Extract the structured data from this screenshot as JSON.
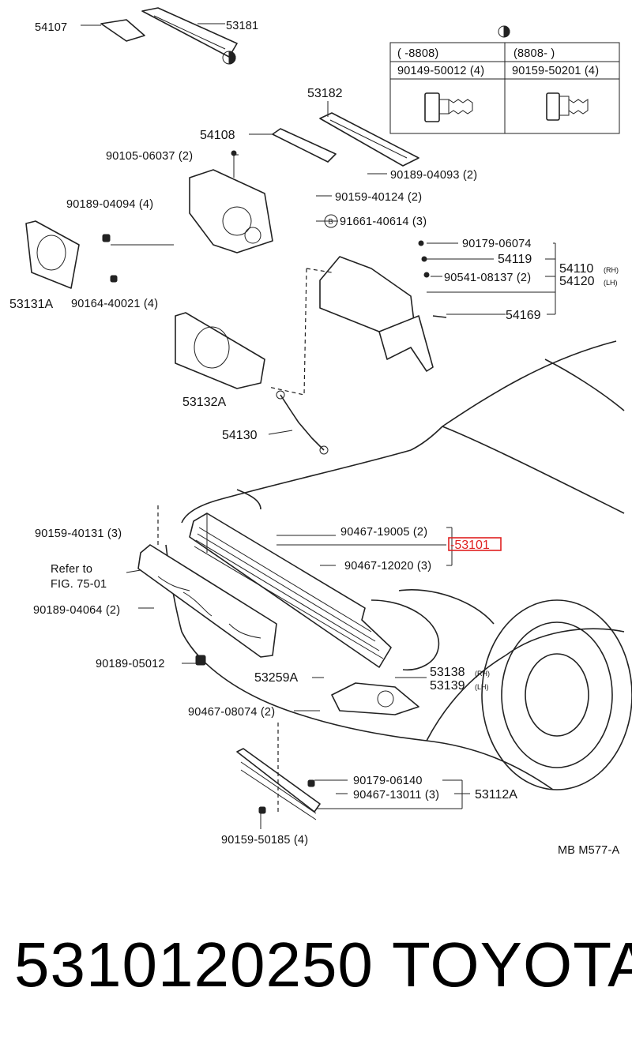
{
  "diagram": {
    "labels": {
      "p54107": "54107",
      "p53181": "53181",
      "p53182": "53182",
      "p54108": "54108",
      "p90105_06037": "90105-06037 (2)",
      "p90189_04093": "90189-04093 (2)",
      "p90159_40124": "90159-40124 (2)",
      "p90189_04094": "90189-04094 (4)",
      "p91661_40614": "91661-40614 (3)",
      "p90179_06074": "90179-06074",
      "p54119": "54119",
      "p90541_08137": "90541-08137 (2)",
      "p54110": "54110",
      "p54110_side": "(RH)",
      "p54120": "54120",
      "p54120_side": "(LH)",
      "p54169": "54169",
      "p53131A": "53131A",
      "p90164_40021": "90164-40021 (4)",
      "p53132A": "53132A",
      "p54130": "54130",
      "p90159_40131": "90159-40131 (3)",
      "p90467_19005": "90467-19005 (2)",
      "p53101": "-53101",
      "p90467_12020": "90467-12020 (3)",
      "refer_line1": "Refer to",
      "refer_line2": "FIG. 75-01",
      "p90189_04064": "90189-04064 (2)",
      "p90189_05012": "90189-05012",
      "p53259A": "53259A",
      "p53138": "53138",
      "p53138_side": "(RH)",
      "p53139": "53139",
      "p53139_side": "(LH)",
      "p90467_08074": "90467-08074 (2)",
      "p90179_06140": "90179-06140",
      "p90467_13011": "90467-13011 (3)",
      "p53112A": "53112A",
      "p90159_50185": "90159-50185 (4)",
      "drawing_code": "MB M577-A",
      "circle_b": "B"
    },
    "inset_table": {
      "col1_header": "(      -8808)",
      "col2_header": "(8808-       )",
      "col1_part": "90149-50012 (4)",
      "col2_part": "90159-50201 (4)"
    },
    "highlight_color": "#e02020"
  },
  "footer": {
    "part_number": "5310120250",
    "brand": "TOYOTA"
  }
}
